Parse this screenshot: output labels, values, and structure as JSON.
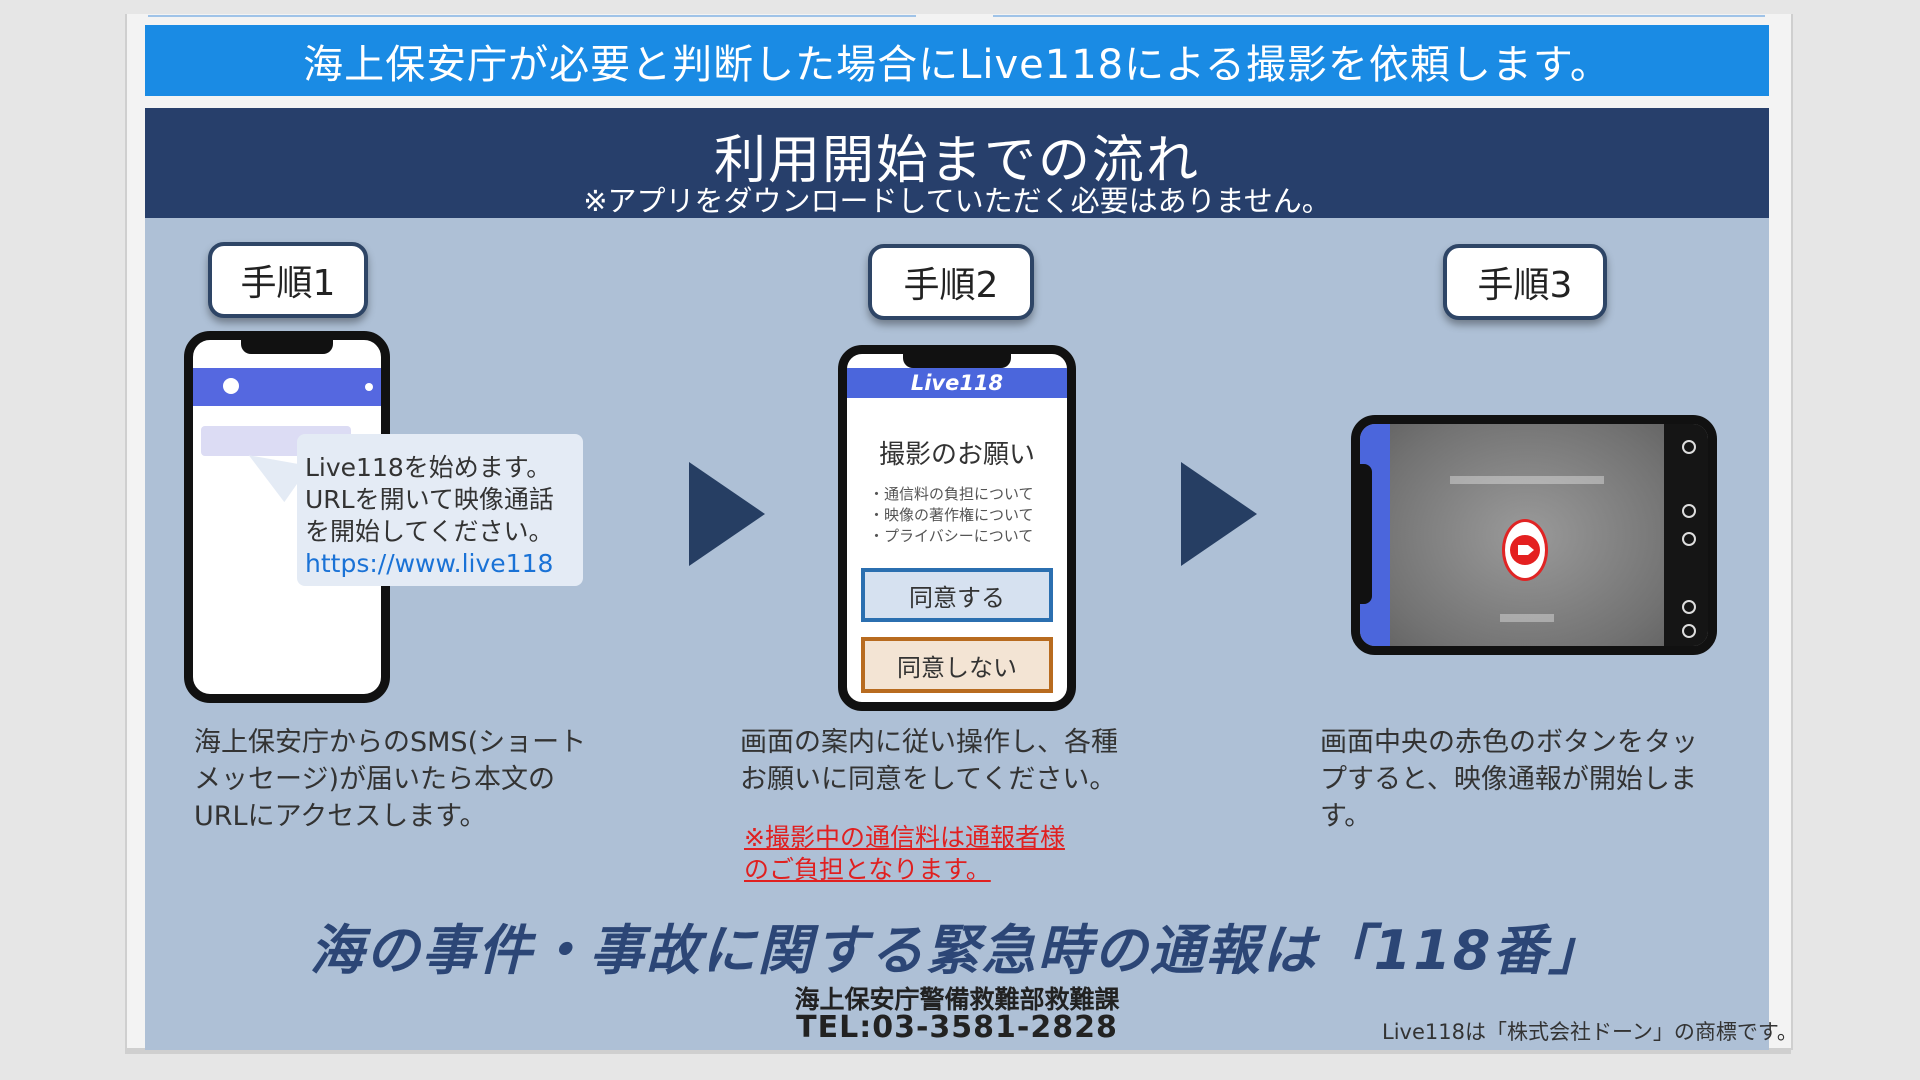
{
  "banner": {
    "text": "海上保安庁が必要と判断した場合にLive118による撮影を依頼します。"
  },
  "header": {
    "title": "利用開始までの流れ",
    "subtitle": "※アプリをダウンロードしていただく必要はありません。"
  },
  "steps": [
    {
      "label": "手順1",
      "sms_lines": [
        "Live118を始めます。",
        "URLを開いて映像通話",
        "を開始してください。"
      ],
      "sms_url": "https://www.live118",
      "description_lines": [
        "海上保安庁からのSMS(ショート",
        "メッセージ)が届いたら本文の",
        "URLにアクセスします。"
      ]
    },
    {
      "label": "手順2",
      "app_logo": "Live118",
      "screen_title": "撮影のお願い",
      "terms": [
        "・通信料の負担について",
        "・映像の著作権について",
        "・プライバシーについて"
      ],
      "agree_button": "同意する",
      "disagree_button": "同意しない",
      "description_lines": [
        "画面の案内に従い操作し、各種",
        "お願いに同意をしてください。"
      ],
      "warning_lines": [
        "※撮影中の通信料は通報者様",
        "のご負担となります。"
      ]
    },
    {
      "label": "手順3",
      "description_lines": [
        "画面中央の赤色のボタンをタッ",
        "プすると、映像通報が開始しま",
        "す。"
      ]
    }
  ],
  "colors": {
    "banner": "#1a8be4",
    "header": "#273f6b",
    "body": "#aec0d6",
    "accent_red": "#e02020"
  },
  "footer": {
    "slogan": "海の事件・事故に関する緊急時の通報は「118番」",
    "department": "海上保安庁警備救難部救難課",
    "tel": "TEL:03-3581-2828",
    "trademark": "Live118は「株式会社ドーン」の商標です。"
  }
}
